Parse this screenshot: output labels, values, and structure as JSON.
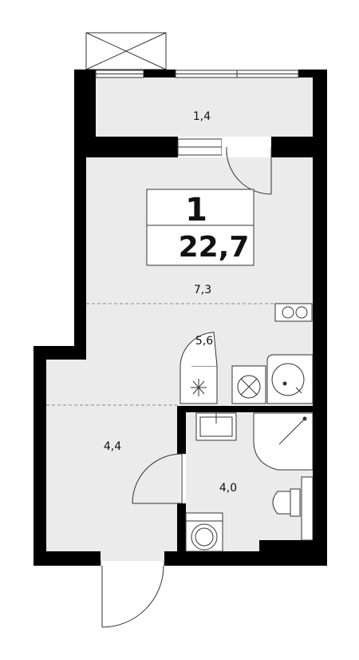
{
  "plan": {
    "room_count": "1",
    "total_area": "22,7",
    "rooms": [
      {
        "id": "balcony",
        "area": "1,4"
      },
      {
        "id": "living",
        "area": "7,3"
      },
      {
        "id": "kitchen",
        "area": "5,6"
      },
      {
        "id": "hallway",
        "area": "4,4"
      },
      {
        "id": "bathroom",
        "area": "4,0"
      }
    ],
    "colors": {
      "wall": "#000000",
      "floor": "#ebebeb",
      "fixture_stroke": "#333333",
      "zone_divider": "#888888"
    }
  }
}
